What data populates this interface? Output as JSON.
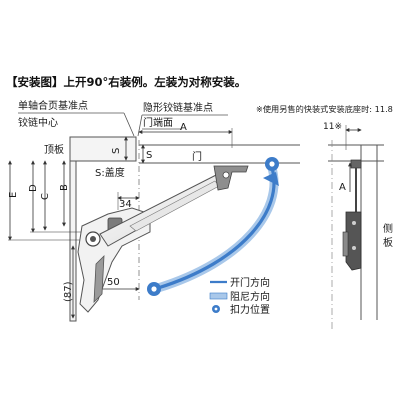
{
  "heading": "【安装图】上开90°右装例。左装为对称安装。",
  "labels": {
    "single_axis_datum": "单轴合页基准点",
    "hinge_center": "铰链中心",
    "hidden_hinge_datum": "隐形铰链基准点",
    "door_end": "门端面",
    "top_panel": "顶板",
    "door": "门",
    "cover_note": "S:盖度",
    "side_panel_1": "侧",
    "side_panel_2": "板",
    "optional_base_note": "※使用另售的快装式安装底座时: 11.8",
    "dim_11": "11※"
  },
  "dimensions": {
    "A_top": "A",
    "S1": "S",
    "S2": "S",
    "E": "E",
    "D": "D",
    "C": "C",
    "B": "B",
    "d34": "34",
    "d50": "50",
    "d87": "(87)",
    "A_side": "A"
  },
  "legend": [
    {
      "label": "开门方向",
      "symbol": "line"
    },
    {
      "label": "阻尼方向",
      "symbol": "bar"
    },
    {
      "label": "扣力位置",
      "symbol": "dot"
    }
  ],
  "colors": {
    "arrow_blue": "#3d7cc9",
    "arrow_light": "#a9c8ea",
    "part_gray": "#6e6e6e",
    "part_dark": "#3a3a3a",
    "line": "#555555"
  }
}
